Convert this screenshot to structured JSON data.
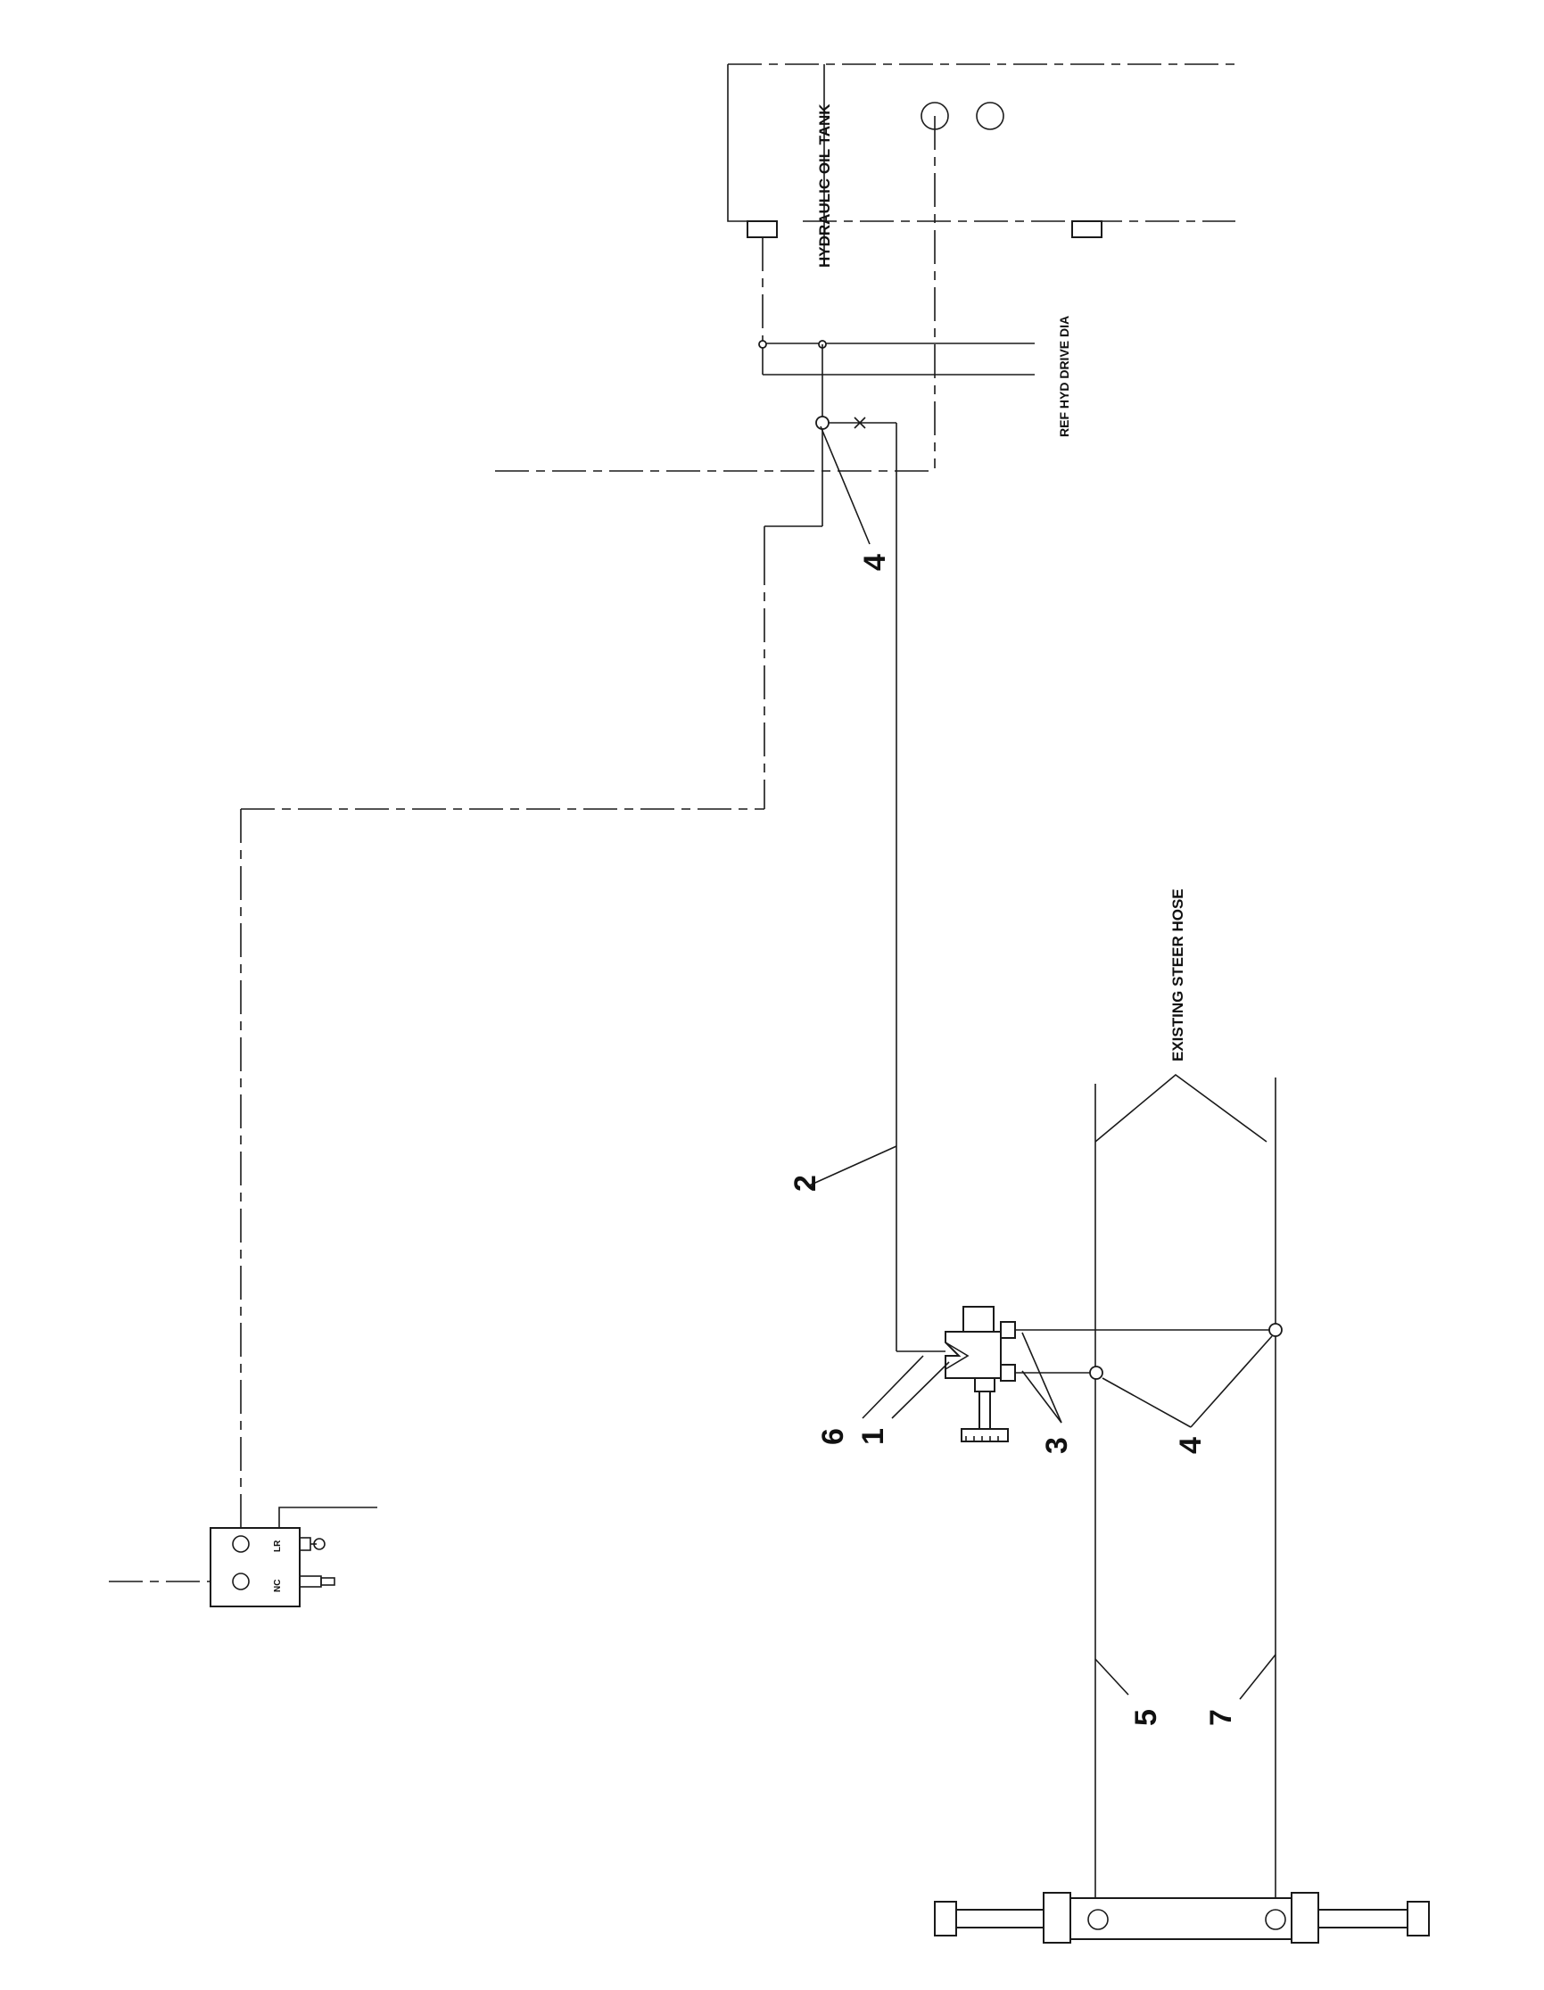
{
  "labels": {
    "tank": "HYDRAULIC OIL TANK",
    "ref": "REF HYD DRIVE DIA",
    "steer_hose": "EXISTING STEER HOSE",
    "port_lr": "LR",
    "port_nc": "NC"
  },
  "callouts": {
    "c4_top": "4",
    "c2": "2",
    "c6": "6",
    "c1": "1",
    "c3": "3",
    "c4_bottom": "4",
    "c5": "5",
    "c7": "7"
  }
}
